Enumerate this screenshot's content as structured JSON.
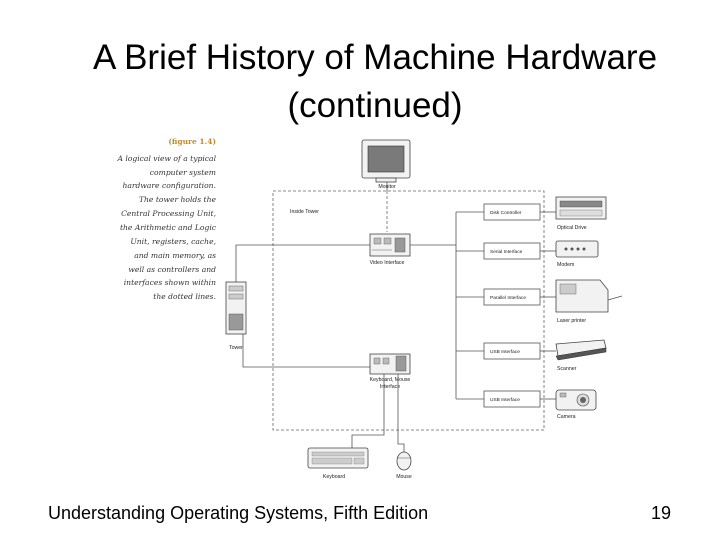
{
  "slide": {
    "title_line1": "A Brief History of Machine Hardware",
    "title_line2": "(continued)",
    "footer_left": "Understanding Operating Systems, Fifth Edition",
    "page_number": "19"
  },
  "figure": {
    "number": "(figure 1.4)",
    "caption_lines": [
      "A logical view of a typical",
      "computer system",
      "hardware configuration.",
      "The tower holds the",
      "Central Processing Unit,",
      "the Arithmetic and Logic",
      "Unit, registers, cache,",
      "and main memory, as",
      "well as controllers and",
      "interfaces shown within",
      "the dotted lines."
    ],
    "labels": {
      "monitor": "Monitor",
      "inside_tower": "Inside Tower",
      "video_interface": "Video Interface",
      "tower": "Tower",
      "keyboard_mouse_interface_1": "Keyboard, Mouse",
      "keyboard_mouse_interface_2": "Interface",
      "keyboard": "Keyboard",
      "mouse": "Mouse",
      "disc_controller": "Disk Controller",
      "serial_interface": "Serial Interface",
      "parallel_interface": "Parallel Interface",
      "usb_interface_1": "USB Interface",
      "usb_interface_2": "USB Interface",
      "optical_drive": "Optical Drive",
      "modem": "Modem",
      "laser_printer": "Laser printer",
      "scanner": "Scanner",
      "camera": "Camera"
    }
  }
}
